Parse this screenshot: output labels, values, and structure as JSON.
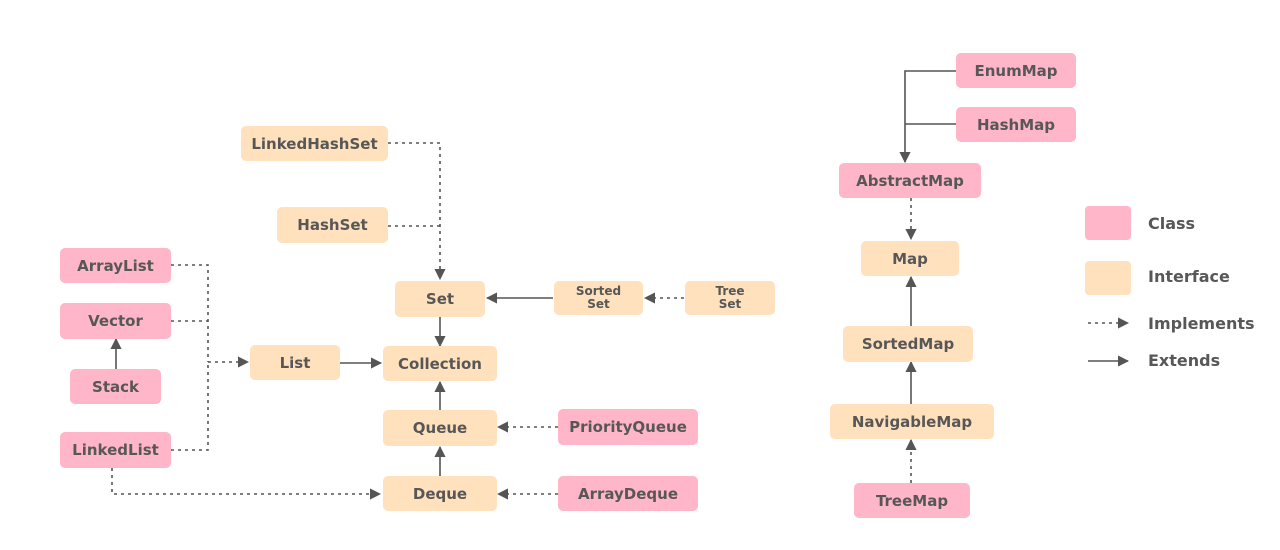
{
  "colors": {
    "class": "#FFB6C8",
    "interface": "#FFE1BE",
    "line": "#555555",
    "text": "#575757"
  },
  "nodes": {
    "linked_hash_set": "LinkedHashSet",
    "hash_set": "HashSet",
    "set": "Set",
    "sorted_set": "Sorted\nSet",
    "tree_set": "Tree\nSet",
    "array_list": "ArrayList",
    "vector": "Vector",
    "stack": "Stack",
    "linked_list": "LinkedList",
    "list": "List",
    "collection": "Collection",
    "queue": "Queue",
    "priority_queue": "PriorityQueue",
    "deque": "Deque",
    "array_deque": "ArrayDeque",
    "enum_map": "EnumMap",
    "hash_map": "HashMap",
    "abstract_map": "AbstractMap",
    "map": "Map",
    "sorted_map": "SortedMap",
    "navigable_map": "NavigableMap",
    "tree_map": "TreeMap"
  },
  "legend": {
    "class": "Class",
    "interface": "Interface",
    "implements": "Implements",
    "extends": "Extends"
  }
}
